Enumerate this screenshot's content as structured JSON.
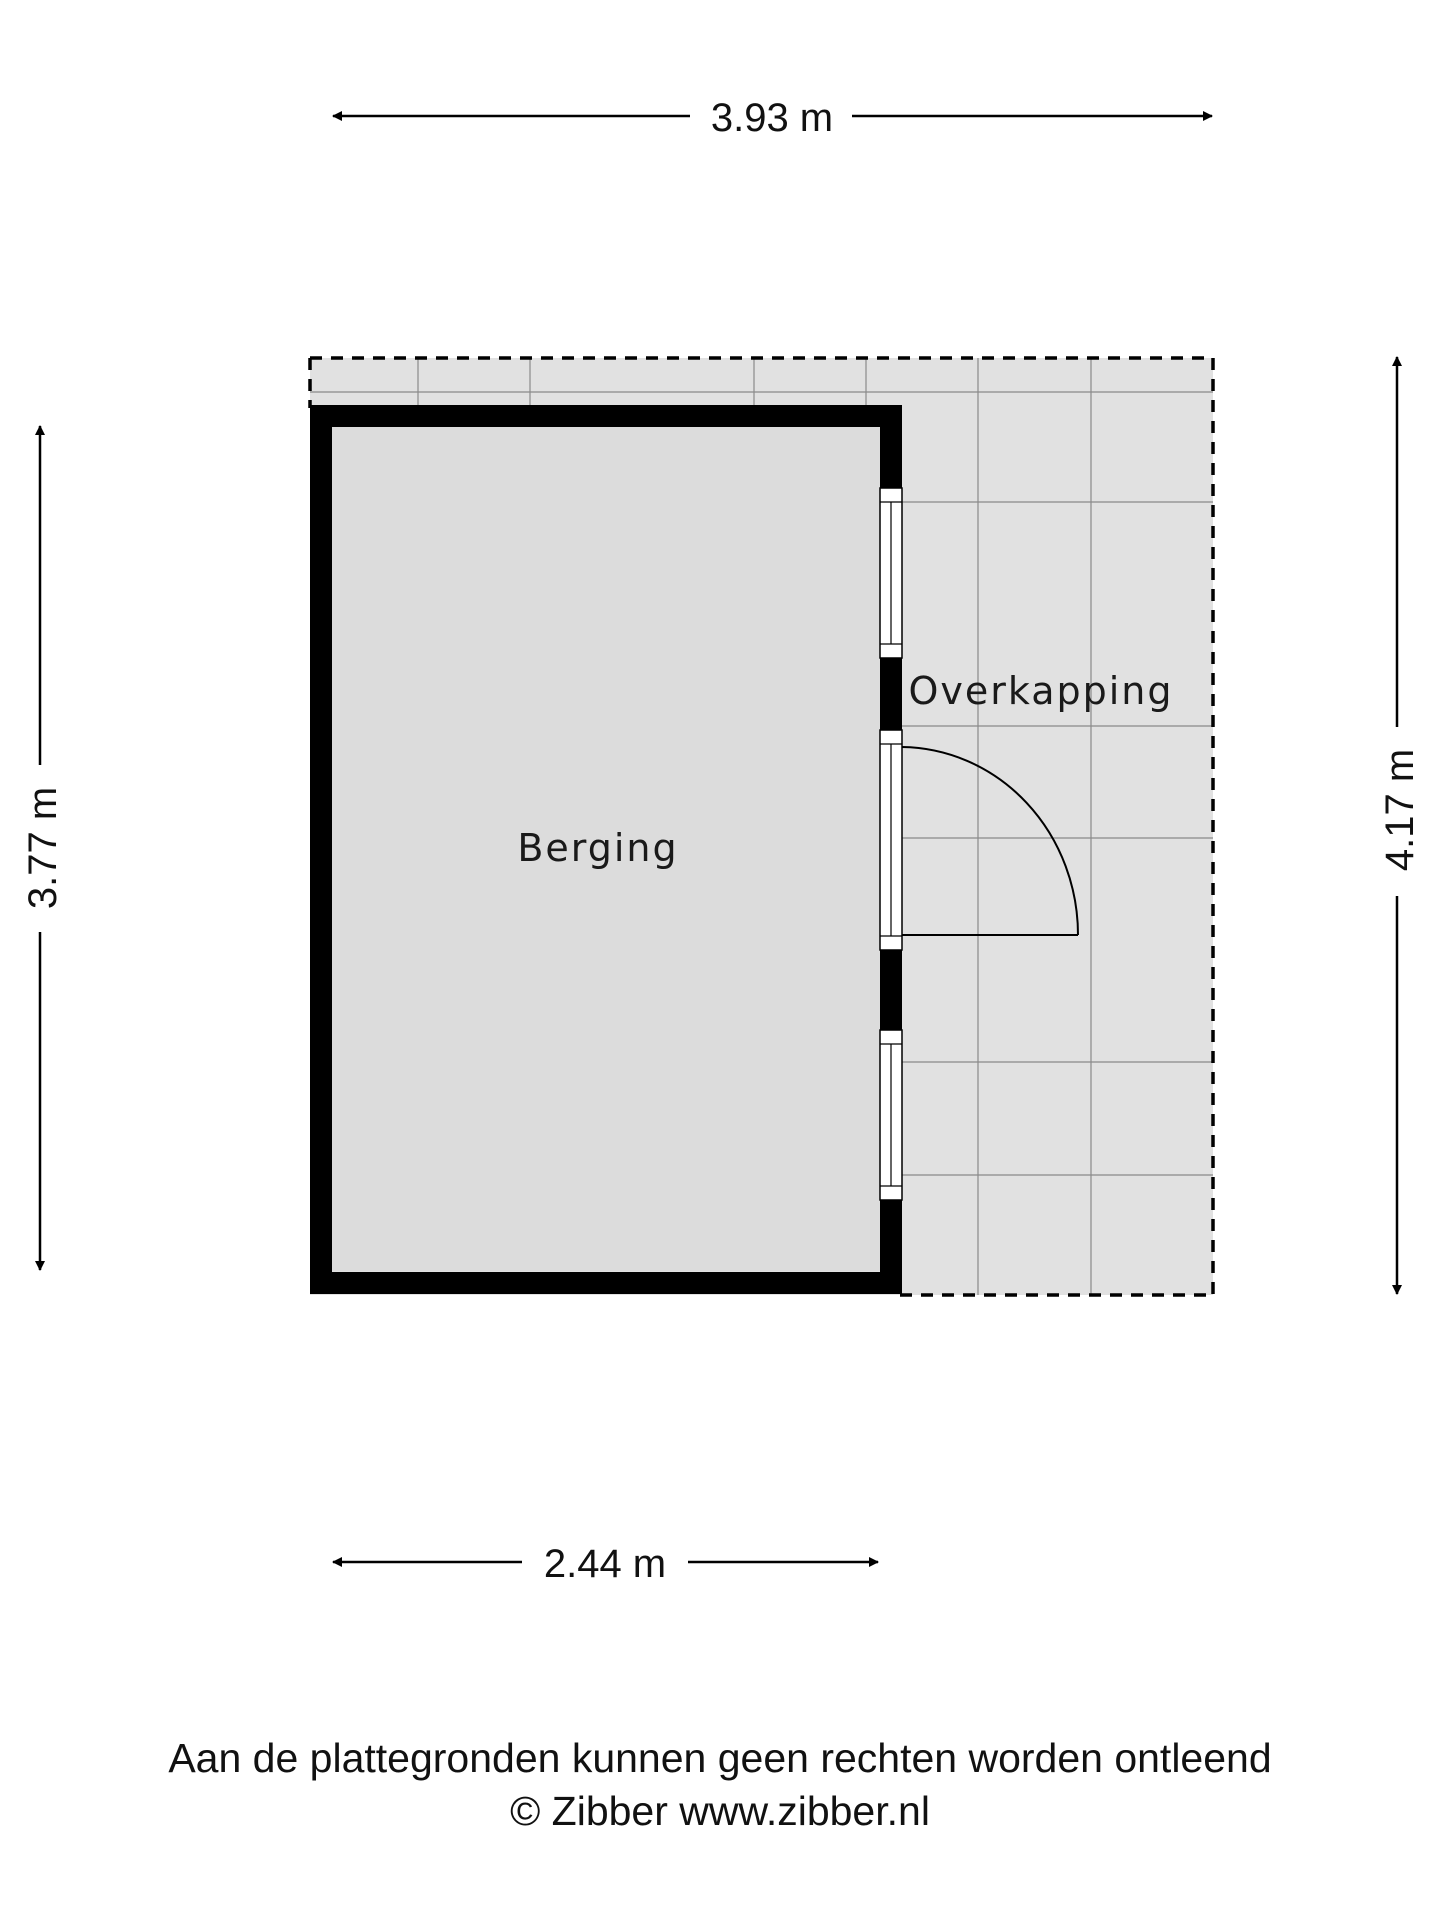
{
  "dimensions": {
    "top_width": "3.93 m",
    "bottom_width": "2.44 m",
    "left_height": "3.77 m",
    "right_height": "4.17 m"
  },
  "rooms": {
    "storage": "Berging",
    "canopy": "Overkapping"
  },
  "footer": {
    "disclaimer": "Aan de plattegronden kunnen geen rechten worden ontleend",
    "copyright": "© Zibber www.zibber.nl"
  },
  "colors": {
    "wall": "#000000",
    "storage_floor": "#dcdcdc",
    "canopy_floor": "#e1e1e1",
    "tile_line": "#8a8a8a"
  }
}
